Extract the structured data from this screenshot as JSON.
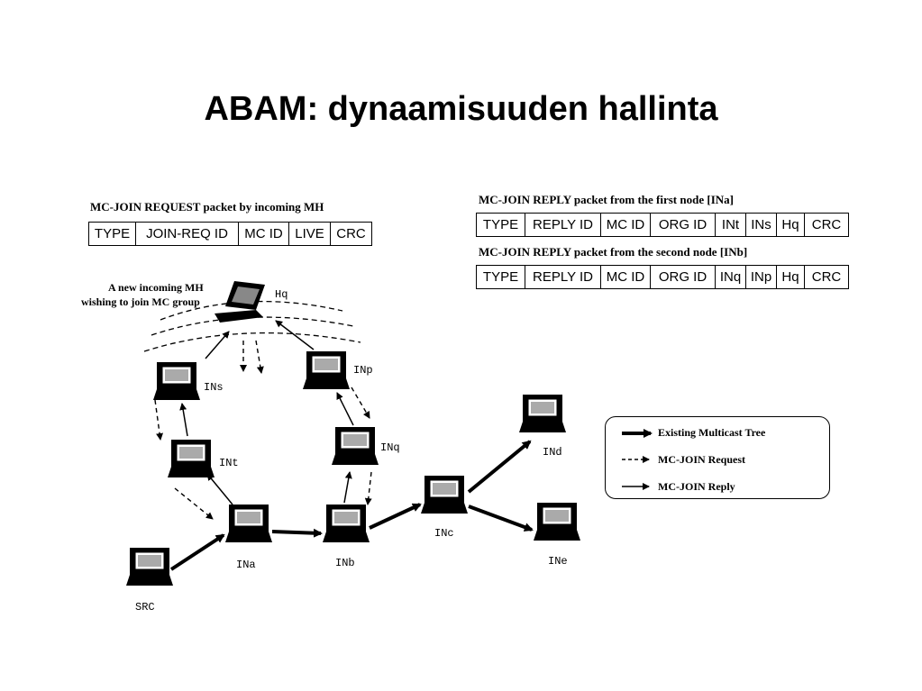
{
  "title": "ABAM: dynaamisuuden hallinta",
  "request_packet": {
    "caption": "MC-JOIN REQUEST packet by incoming MH",
    "fields": [
      "TYPE",
      "JOIN-REQ ID",
      "MC ID",
      "LIVE",
      "CRC"
    ]
  },
  "reply_first": {
    "caption": "MC-JOIN REPLY packet from the first node  [INa]",
    "fields": [
      "TYPE",
      "REPLY ID",
      "MC ID",
      "ORG ID",
      "INt",
      "INs",
      "Hq",
      "CRC"
    ]
  },
  "reply_second": {
    "caption": "MC-JOIN REPLY packet from the second node  [INb]",
    "fields": [
      "TYPE",
      "REPLY ID",
      "MC ID",
      "ORG ID",
      "INq",
      "INp",
      "Hq",
      "CRC"
    ]
  },
  "mh_caption": {
    "line1": "A new incoming MH",
    "line2": "wishing to join MC group"
  },
  "nodes": {
    "hq": "Hq",
    "ins": "INs",
    "inp": "INp",
    "int": "INt",
    "inq": "INq",
    "ina": "INa",
    "inb": "INb",
    "inc": "INc",
    "ind": "INd",
    "ine": "INe",
    "src": "SRC"
  },
  "legend": {
    "existing_tree": "Existing Multicast Tree",
    "join_request": "MC-JOIN Request",
    "join_reply": "MC-JOIN Reply"
  }
}
